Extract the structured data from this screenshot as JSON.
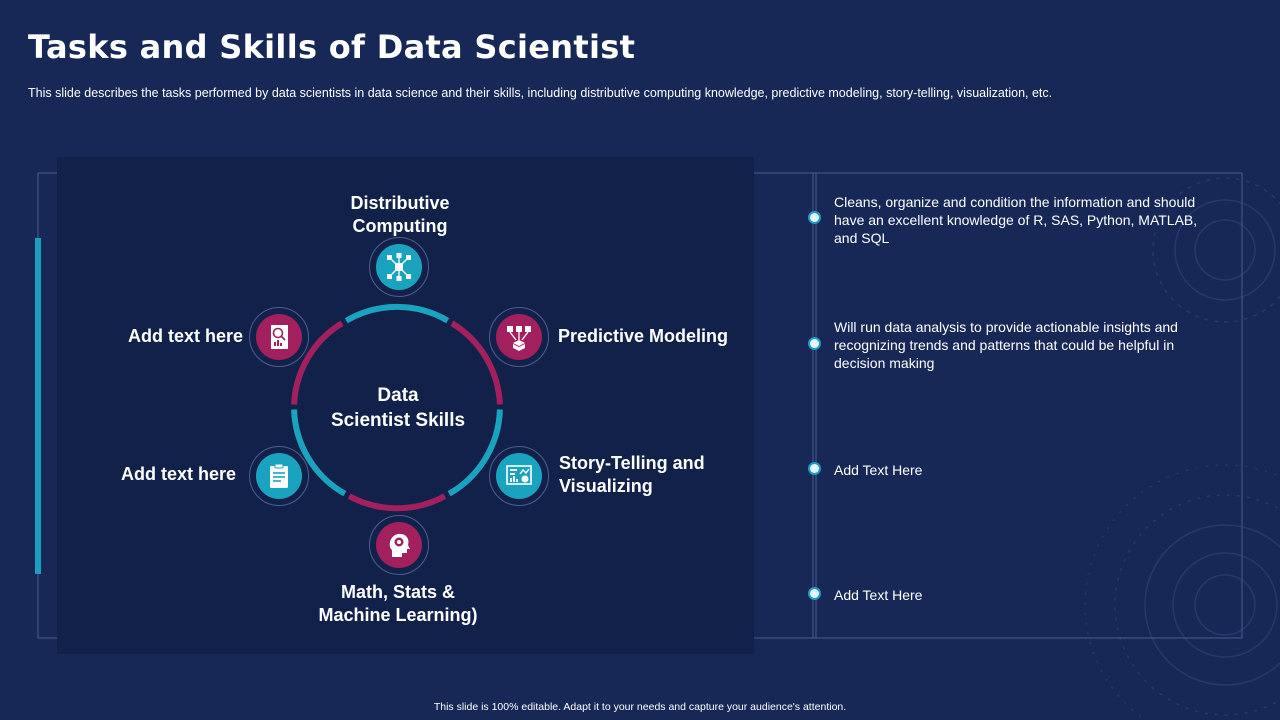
{
  "slide": {
    "title": "Tasks and Skills of Data Scientist",
    "subtitle": "This slide describes the tasks performed  by data scientists in data science and their skills, including distributive computing knowledge,  predictive modeling, story-telling, visualization, etc.",
    "footer": "This slide is 100% editable.  Adapt it to your needs and capture your audience's attention."
  },
  "colors": {
    "background": "#172756",
    "panel": "#12214a",
    "teal": "#1aa3bf",
    "magenta": "#a3205f",
    "accent_bar": "#1c9fbf"
  },
  "diagram": {
    "center_line1": "Data",
    "center_line2": "Scientist  Skills",
    "skills": [
      {
        "line1": "Distributive",
        "line2": "Computing",
        "icon": "network-icon",
        "color": "teal"
      },
      {
        "line1": "Predictive Modeling",
        "line2": "",
        "icon": "modeling-icon",
        "color": "magenta"
      },
      {
        "line1": "Story-Telling and",
        "line2": "Visualizing",
        "icon": "dashboard-icon",
        "color": "teal"
      },
      {
        "line1": "Math, Stats &",
        "line2": "Machine Learning)",
        "icon": "head-gear-icon",
        "color": "magenta"
      },
      {
        "line1": "Add text here",
        "line2": "",
        "icon": "clipboard-icon",
        "color": "teal"
      },
      {
        "line1": "Add text here",
        "line2": "",
        "icon": "report-icon",
        "color": "magenta"
      }
    ]
  },
  "tasks": [
    {
      "text": "Cleans, organize and condition the information and should have an excellent knowledge of R, SAS, Python, MATLAB,  and SQL"
    },
    {
      "text": "Will run data analysis to provide actionable insights and recognizing trends and patterns that could be helpful in decision making"
    },
    {
      "text": "Add Text Here"
    },
    {
      "text": "Add Text Here"
    }
  ]
}
